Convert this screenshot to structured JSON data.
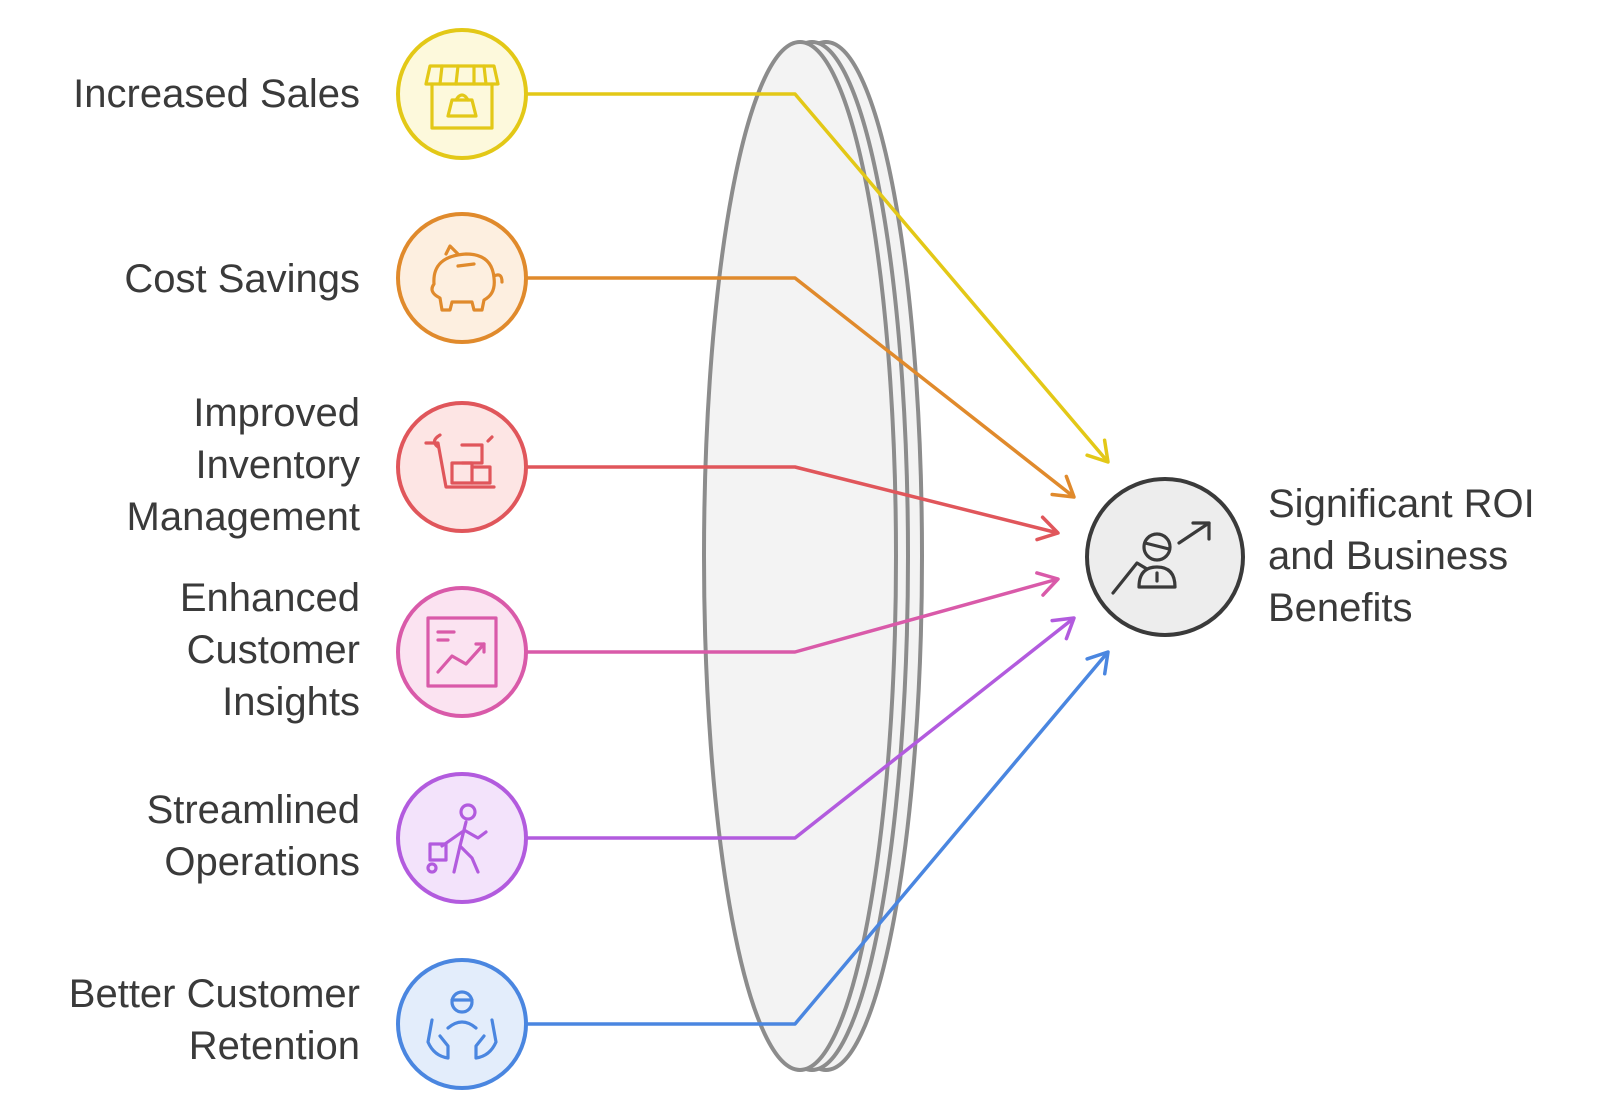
{
  "inputs": [
    {
      "lines": [
        "Increased Sales"
      ],
      "icon": "storefront-icon",
      "stroke": "#e3c817",
      "fill": "#fdf9dc",
      "line": "#e3c817"
    },
    {
      "lines": [
        "Cost Savings"
      ],
      "icon": "piggy-bank-icon",
      "stroke": "#e08a2c",
      "fill": "#fdefe0",
      "line": "#e08a2c"
    },
    {
      "lines": [
        "Improved",
        "Inventory",
        "Management"
      ],
      "icon": "stock-cart-icon",
      "stroke": "#e0565b",
      "fill": "#fde5e4",
      "line": "#e0565b"
    },
    {
      "lines": [
        "Enhanced",
        "Customer",
        "Insights"
      ],
      "icon": "trend-chart-icon",
      "stroke": "#d95aa9",
      "fill": "#fbe3f1",
      "line": "#d95aa9"
    },
    {
      "lines": [
        "Streamlined",
        "Operations"
      ],
      "icon": "worker-trolley-icon",
      "stroke": "#b25bde",
      "fill": "#f3e3fb",
      "line": "#b25bde"
    },
    {
      "lines": [
        "Better Customer",
        "Retention"
      ],
      "icon": "hands-person-icon",
      "stroke": "#4a86e0",
      "fill": "#e3edfb",
      "line": "#4a86e0"
    }
  ],
  "output": {
    "lines": [
      "Significant ROI",
      "and Business",
      "Benefits"
    ],
    "icon": "person-growth-icon",
    "stroke": "#3a3a3a",
    "fill": "#ededed"
  },
  "lens": {
    "stroke": "#8c8c8c",
    "fill": "#f3f3f3"
  }
}
